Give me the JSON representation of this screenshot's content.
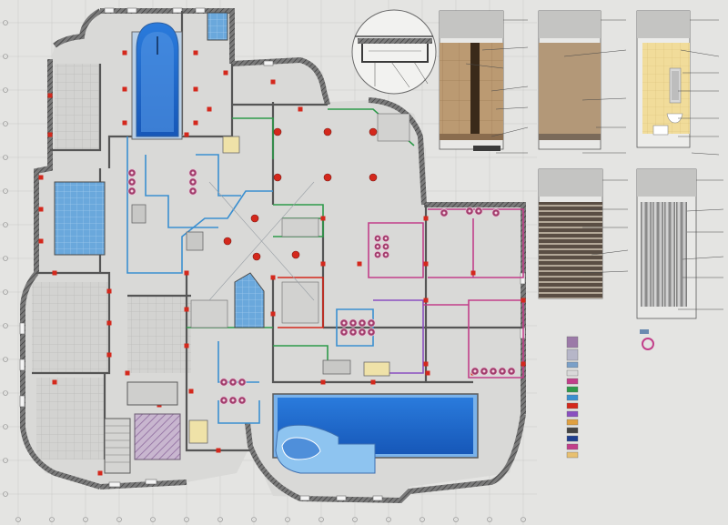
{
  "drawing": {
    "background": "#e4e4e2",
    "grid_color": "#c9c9c7",
    "wall_color": "#4a4a4a",
    "wall_hatch_color": "#8a8a8a",
    "floor_color": "#d8d8d6",
    "pool_water_color": "#1f6fd1",
    "pool_water_light": "#5fa2e6",
    "tile_blue_color": "#5aa0d8",
    "column_red_color": "#d4281c",
    "partition_colors": [
      "#2e9a4a",
      "#3a8fd0",
      "#c23f8a",
      "#8a4fc0",
      "#d4281c"
    ],
    "furniture_color": "#a23c6c",
    "lamp_color": "#ffffff"
  },
  "details": {
    "section_circle": {
      "fill": "#f2f2f0",
      "stroke": "#6a6a6a",
      "symbol": "section-detail-callout"
    },
    "wall_panels": [
      {
        "name": "panel-tiles-dark-stripe",
        "top_color": "#c4c4c2",
        "face_color": "#b9976f",
        "accent_color": "#3a2a1a"
      },
      {
        "name": "panel-tiles-plain",
        "top_color": "#c4c4c2",
        "face_color": "#b39878",
        "accent_color": "#4a3a2a"
      },
      {
        "name": "panel-bathroom-tiles",
        "top_color": "#c4c4c2",
        "face_color": "#f2dfa0",
        "accent_color": "#ffffff"
      },
      {
        "name": "panel-dark-strips",
        "top_color": "#c4c4c2",
        "face_color": "#4a4038",
        "accent_color": "#a89c90"
      },
      {
        "name": "panel-metal-waves",
        "top_color": "#c4c4c2",
        "face_color": "#8c8c8c",
        "accent_color": "#e8e8e8"
      }
    ]
  },
  "legend": {
    "swatch_colors": [
      "#9c7aa8",
      "#b6b6c8",
      "#7aa0c8",
      "#d9d9d9",
      "#c23f8a",
      "#2e9a4a",
      "#3a8fd0",
      "#d4281c",
      "#8a4fc0",
      "#e0a040",
      "#444444",
      "#1f3f8f",
      "#c23f8a",
      "#e8c070"
    ]
  }
}
